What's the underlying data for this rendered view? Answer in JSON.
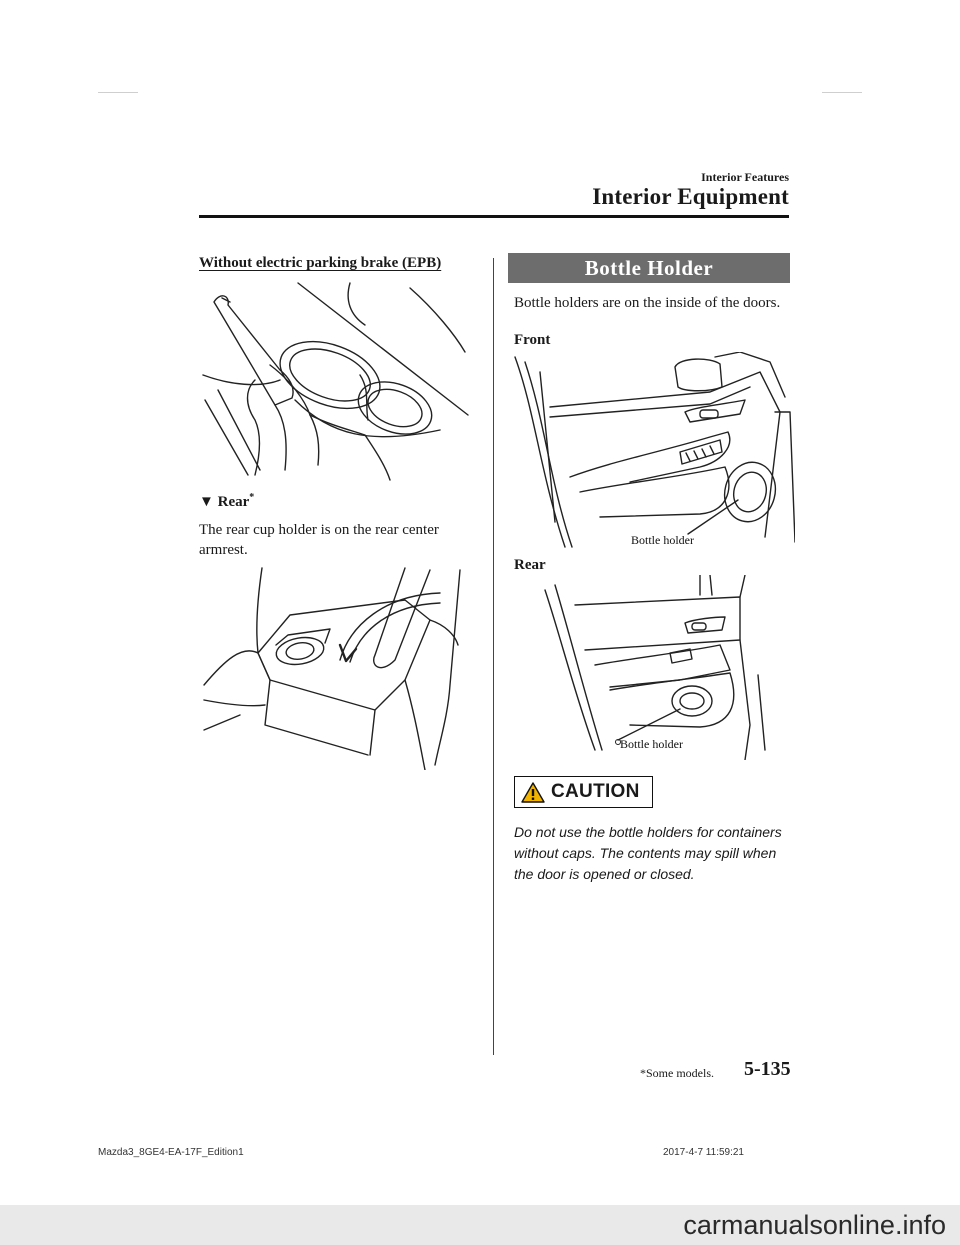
{
  "header": {
    "section_label": "Interior Features",
    "chapter_title": "Interior Equipment"
  },
  "left_column": {
    "epb_heading": "Without electric parking brake (EPB)",
    "rear_marker": "▼",
    "rear_heading": "Rear",
    "rear_asterisk": "*",
    "rear_body": "The rear cup holder is on the rear center armrest."
  },
  "right_column": {
    "banner_title": "Bottle Holder",
    "body": "Bottle holders are on the inside of the doors.",
    "front_label": "Front",
    "front_callout": "Bottle holder",
    "rear_label": "Rear",
    "rear_callout": "Bottle holder"
  },
  "caution": {
    "label": "CAUTION",
    "icon": "warning-triangle-icon",
    "body": "Do not use the bottle holders for containers without caps. The contents may spill when the door is opened or closed."
  },
  "footer": {
    "footnote": "*Some models.",
    "page_number": "5-135",
    "print_file": "Mazda3_8GE4-EA-17F_Edition1",
    "print_date": "2017-4-7 11:59:21",
    "watermark": "carmanualsonline.info"
  }
}
